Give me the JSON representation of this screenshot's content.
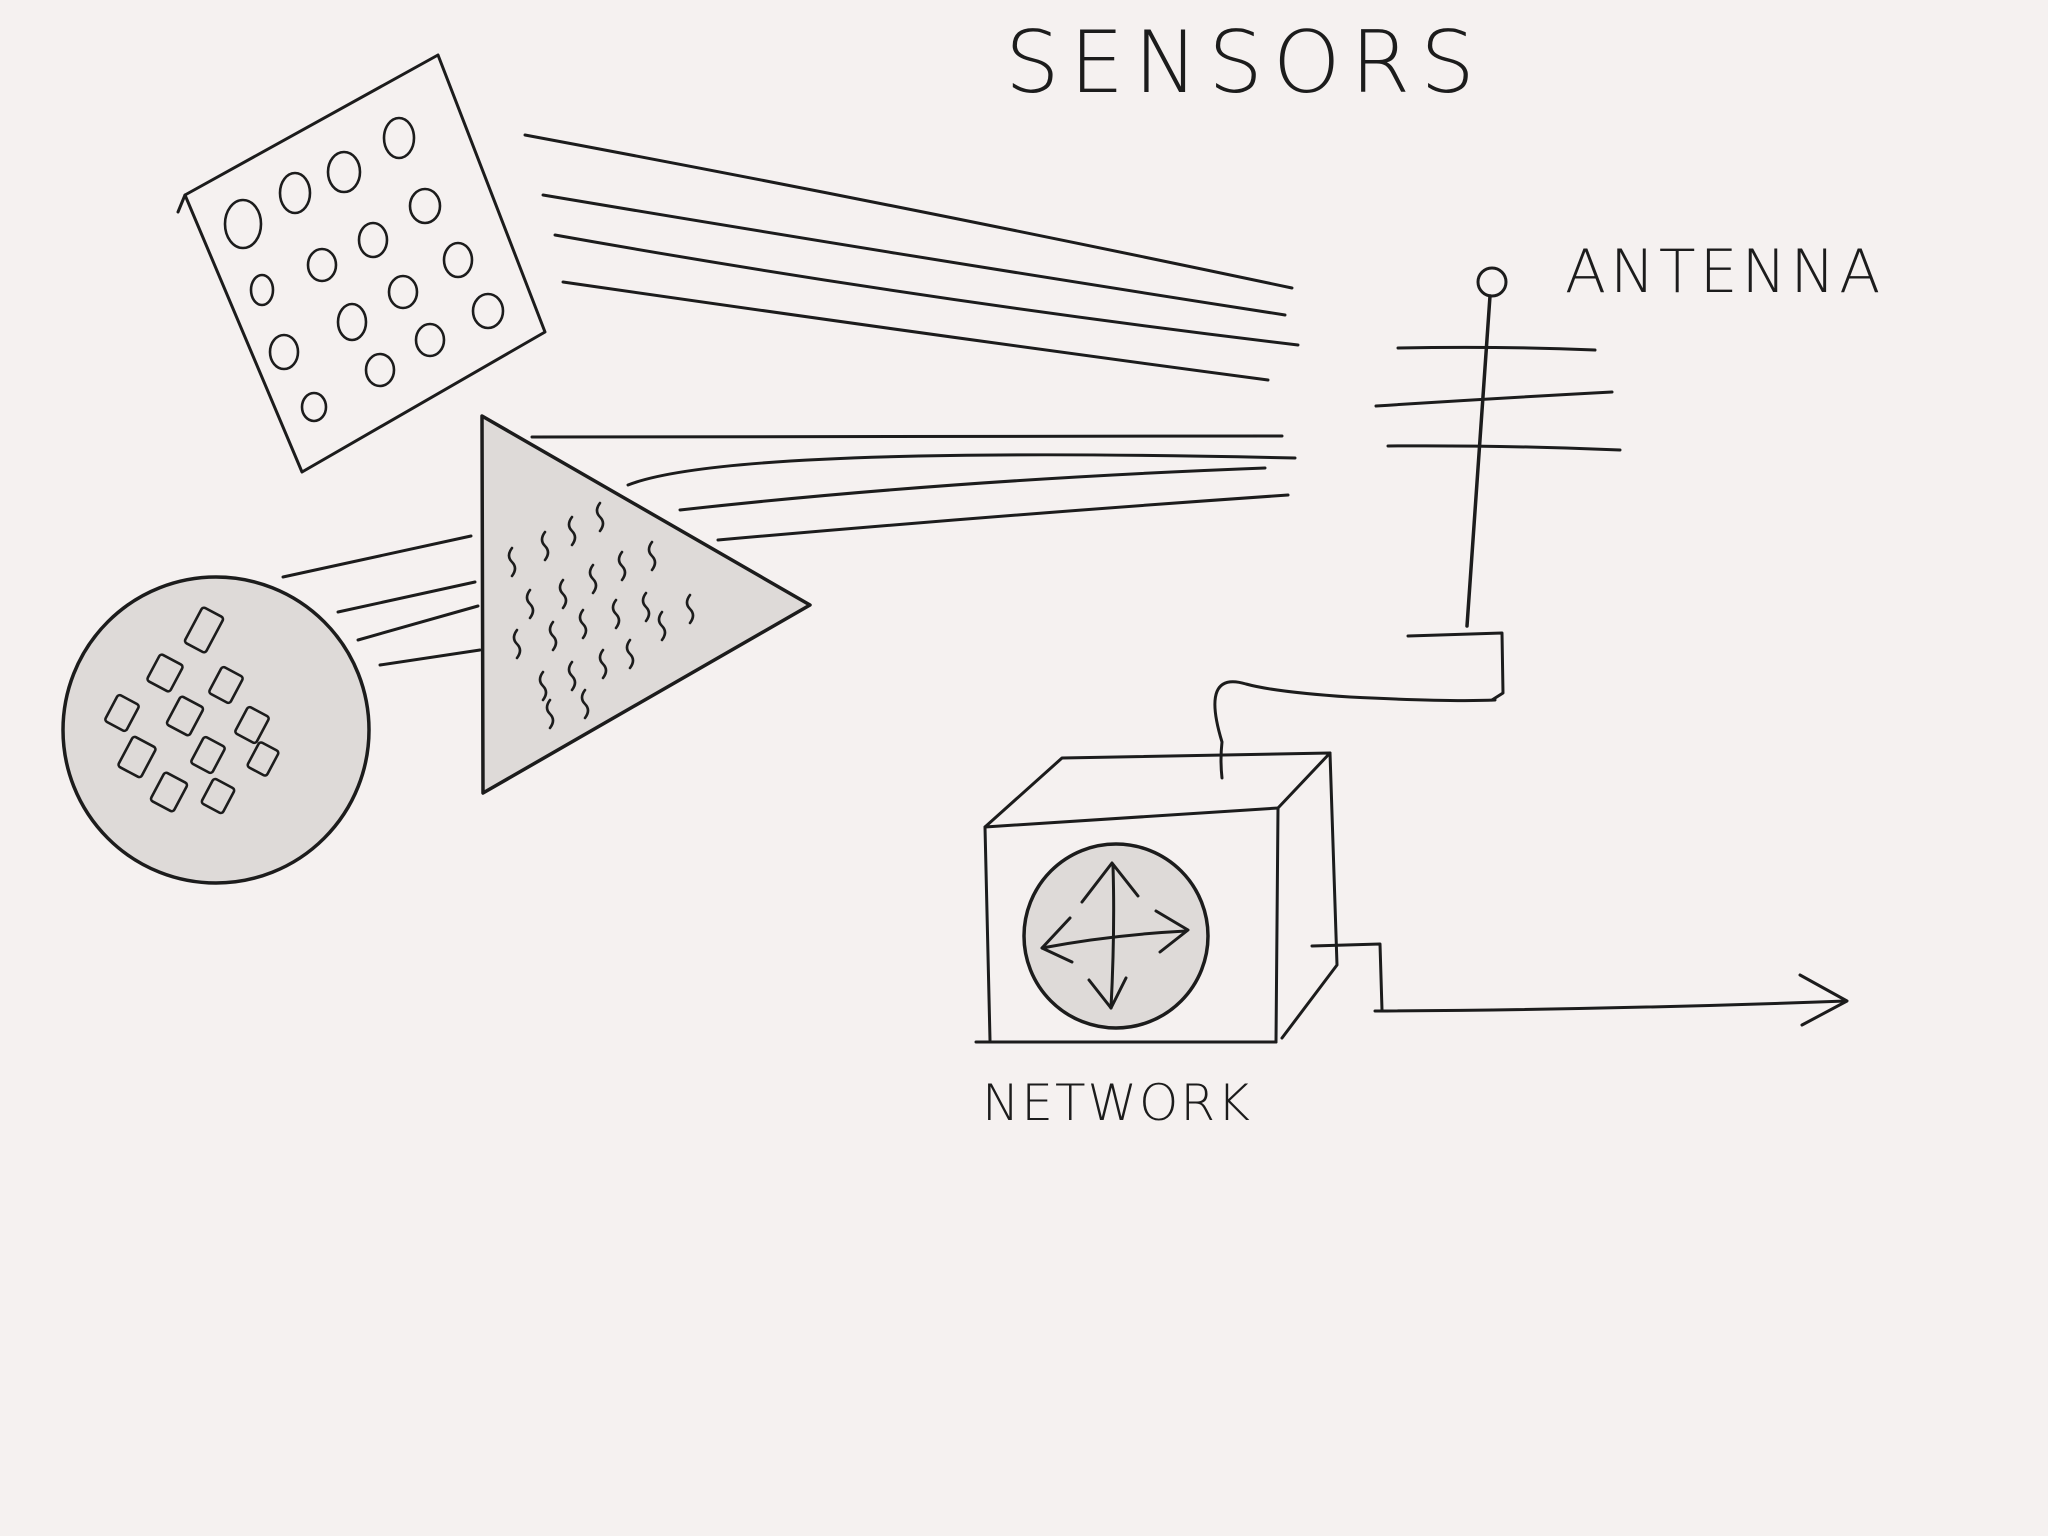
{
  "labels": {
    "title": "SENSORS",
    "antenna": "ANTENNA",
    "network": "NETWORK"
  },
  "colors": {
    "background": "#f5f1f0",
    "ink": "#1c1c1c",
    "shade": "#dedad8"
  },
  "icons": {
    "network_symbol": "four-way-arrows-icon"
  }
}
